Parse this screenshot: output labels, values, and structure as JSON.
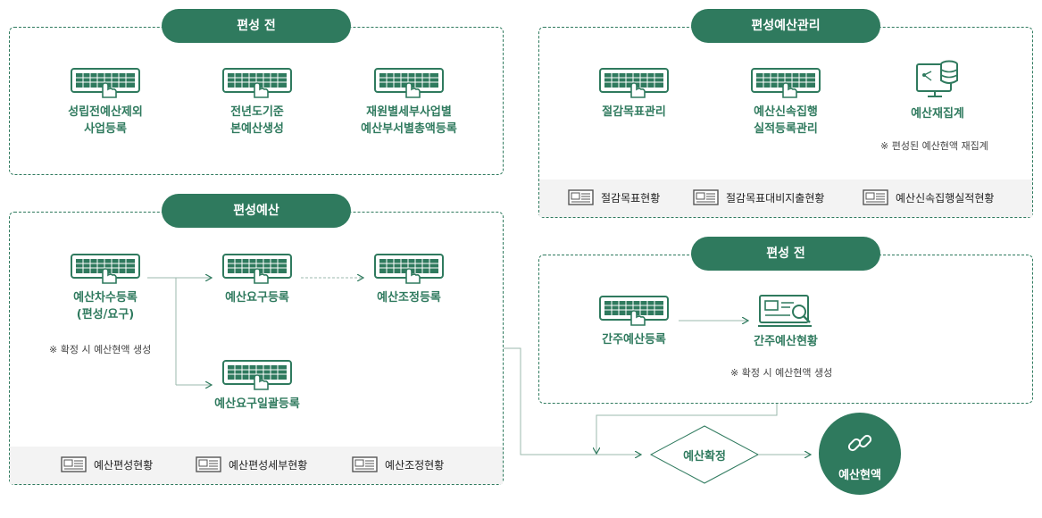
{
  "colors": {
    "accent": "#2f7a5e",
    "line": "#9bb9ad",
    "report_bg": "#f3f3f3"
  },
  "pre_budget": {
    "title": "편성 전",
    "items": [
      {
        "label": "성립전예산제외\n사업등록",
        "icon": "keyboard-icon"
      },
      {
        "label": "전년도기준\n본예산생성",
        "icon": "keyboard-icon"
      },
      {
        "label": "재원별세부사업별\n예산부서별총액등록",
        "icon": "keyboard-icon"
      }
    ]
  },
  "budget": {
    "title": "편성예산",
    "items": [
      {
        "label": "예산차수등록\n(편성/요구)",
        "icon": "keyboard-icon"
      },
      {
        "label": "예산요구등록",
        "icon": "keyboard-icon"
      },
      {
        "label": "예산조정등록",
        "icon": "keyboard-icon"
      },
      {
        "label": "예산요구일괄등록",
        "icon": "keyboard-icon"
      }
    ],
    "note": "※ 확정 시 예산현액 생성",
    "reports": [
      "예산편성현황",
      "예산편성세부현황",
      "예산조정현황"
    ]
  },
  "management": {
    "title": "편성예산관리",
    "items": [
      {
        "label": "절감목표관리",
        "icon": "keyboard-icon"
      },
      {
        "label": "예산신속집행\n실적등록관리",
        "icon": "keyboard-icon"
      },
      {
        "label": "예산재집계",
        "icon": "database-monitor-icon"
      }
    ],
    "note": "※ 편성된 예산현액 재집계",
    "reports": [
      "절감목표현황",
      "절감목표대비지출현황",
      "예산신속집행실적현황"
    ]
  },
  "pre_budget2": {
    "title": "편성 전",
    "items": [
      {
        "label": "간주예산등록",
        "icon": "keyboard-icon"
      },
      {
        "label": "간주예산현황",
        "icon": "report-search-icon"
      }
    ],
    "note": "※ 확정 시 예산현액 생성"
  },
  "confirm": {
    "label": "예산확정"
  },
  "result": {
    "label": "예산현액",
    "icon": "link-icon"
  }
}
